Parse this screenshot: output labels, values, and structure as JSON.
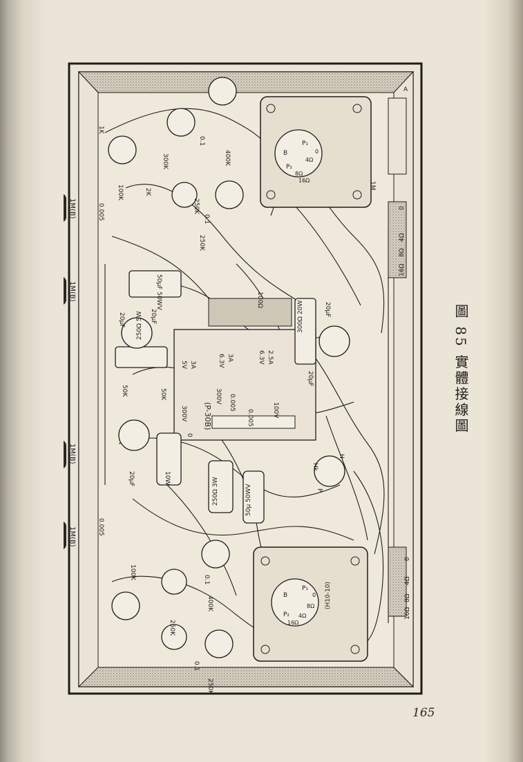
{
  "caption": "圖 85 實體接線圖",
  "page_number": "165",
  "labels": {
    "output_taps_top": [
      "16Ω",
      "8Ω",
      "4Ω",
      "0"
    ],
    "output_taps_bottom": [
      "16Ω",
      "8Ω",
      "4Ω",
      "0"
    ],
    "tube_top": [
      "B",
      "P₁",
      "P₂",
      "8Ω",
      "4Ω",
      "0",
      "16Ω"
    ],
    "tube_bottom": [
      "(H10-10)",
      "B",
      "P₁",
      "P₂",
      "16Ω",
      "4Ω",
      "8Ω",
      "0"
    ],
    "power_transformer": "(P-30B)",
    "voltages": [
      "5V",
      "3A",
      "6.3V",
      "3A",
      "6.3V",
      "2.5A",
      "300V",
      "300V",
      "0",
      "100V"
    ],
    "caps_mid": [
      "0.005",
      "0.005"
    ],
    "components": {
      "c1": "1K",
      "c2": "0.1",
      "c3": "400K",
      "c4": "300K",
      "c5": "100K",
      "c6": "2K",
      "c7": "250K",
      "c8": "0.1",
      "c9": "250K",
      "c10": "50μF 50WV",
      "c11": "20μF",
      "c12": "20μF",
      "c13": "250Ω 5W",
      "c14": "50K",
      "c15": "50K",
      "c16": "100Ω",
      "c17": "20μF",
      "c18": "300Ω 20W",
      "c19": "20μF",
      "c20": "10W",
      "c21": "20μF",
      "c22": "250Ω 3W",
      "c23": "50μ 50WV",
      "c24": "0.1",
      "c25": "100K",
      "c26": "400K",
      "c27": "250K",
      "c28": "0.1",
      "c29": "250K",
      "c30": "Hk",
      "c31": "P",
      "c32": "H",
      "c33": "1M",
      "c34": "A"
    },
    "potentiometers": [
      "1M(B)",
      "1M(B)",
      "1M(B)",
      "1M(B)"
    ],
    "pot_caps": [
      "0.005",
      "0.005"
    ]
  }
}
